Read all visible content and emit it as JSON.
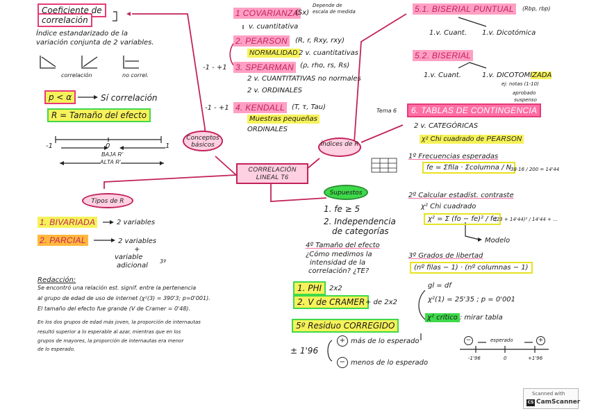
{
  "left": {
    "title_line1": "Coeficiente de",
    "title_line2": "correlación",
    "definition_line1": "Índice estandarizado de la",
    "definition_line2": "variación conjunta de 2 variables.",
    "graph_label_correlacion": "correlación",
    "graph_label_no_correl": "no correl.",
    "p_alpha": "p < α",
    "si_correlacion": "Sí correlación",
    "r_tamano": "R = Tamaño del efecto",
    "scale_left": "-1",
    "scale_zero": "0",
    "scale_right": "1",
    "bajar": "BAJA R'",
    "alta": "ALTA R'"
  },
  "nodes": {
    "conceptos": "Conceptos básicos",
    "indices": "Índices de R",
    "correlacion_lineal": "CORRELACIÓN LINEAL T6",
    "tipos": "Tipos de R",
    "supuestos": "Supuestos"
  },
  "tipos": {
    "bivariada": "1. BIVARIADA",
    "bivariada_desc": "2 variables",
    "parcial": "2. PARCIAL",
    "parcial_desc_1": "2 variables",
    "parcial_plus": "+",
    "parcial_desc_2": "variable",
    "parcial_desc_3": "adicional",
    "parcial_sup": "3ª"
  },
  "redaccion": {
    "title": "Redacción:",
    "lines": [
      "Se encontró una relación est. signif. entre la pertenencia",
      "al grupo de edad de uso de internet (χ²(3) = 390'3; p=0'001).",
      "El tamaño del efecto fue grande (V de Cramer = 0'48).",
      "En los dos grupos de edad más joven, la proporción de internautas",
      "resultó superior a lo esperable al azar, mientras que en los",
      "grupos de mayores, la proporción de internautas era menor",
      "de lo esperado."
    ]
  },
  "indices": {
    "covarianza": "1 COVARIANZA",
    "covarianza_sym": "(Sx)",
    "covarianza_note_1": "Depende de",
    "covarianza_note_2": "escala de medida",
    "covarianza_desc": "v. cuantitativa",
    "pearson": "2. PEARSON",
    "pearson_sym": "(R, r, Rxy, rxy)",
    "normalidad": "NORMALIDAD",
    "pearson_desc": "2 v. cuantitativas",
    "range1": "-1 - +1",
    "spearman": "3. SPEARMAN",
    "spearman_sym": "(ρ, rho, rs, Rs)",
    "spearman_desc_1": "2 v. CUANTITATIVAS no normales",
    "spearman_desc_2": "2 v. ORDINALES",
    "range2": "-1 - +1",
    "kendall": "4. KENDALL",
    "kendall_sym": "(T, τ, Tau)",
    "kendall_desc_1": "Muestras pequeñas",
    "kendall_desc_2": "ORDINALES"
  },
  "supuestos": {
    "item1": "1. fe ≥ 5",
    "item2_1": "2. Independencia",
    "item2_2": "de categorías",
    "tamano_title": "4º Tamaño del efecto",
    "tamano_q_1": "¿Cómo medimos la",
    "tamano_q_2": "intensidad de la",
    "tamano_q_3": "correlación? ¿TE?",
    "phi": "1. PHI",
    "phi_desc": "2x2",
    "cramer": "2. V de CRAMER",
    "cramer_desc": "+ de 2x2",
    "residuo": "5º Residuo CORREGIDO",
    "pm": "± 1'96",
    "mas": "más de lo esperado",
    "menos": "menos de lo esperado",
    "plus_sign": "+",
    "minus_sign": "−"
  },
  "right": {
    "biserial_puntual": "5.1. BISERIAL PUNTUAL",
    "biserial_puntual_sym": "(Rbp, rbp)",
    "bp_cuant": "1.v. Cuant.",
    "bp_dicot": "1.v. Dicotómica",
    "biserial": "5.2. BISERIAL",
    "b_cuant": "1.v. Cuant.",
    "b_dicot": "1.v. DICOTOMIZADA",
    "b_ej_1": "ej: notas (1-10)",
    "b_ej_2": "aprobado",
    "b_ej_3": "suspenso",
    "tema": "Tema 6",
    "contingencia": "6. TABLAS DE CONTINGENCIA",
    "categoricas": "2 v. CATEGÓRICAS",
    "chi_title": "χ² Chi cuadrado de PEARSON",
    "paso1": "1º Frecuencias esperadas",
    "fe_formula": "fe = Σfila · Σcolumna / N",
    "fe_example": "38·16 / 200 = 14'44",
    "paso2": "2º Calcular estadíst. contraste",
    "chi_cuadrado": "χ² Chi cuadrado",
    "chi_formula": "χ² = Σ (fo − fe)² / fe",
    "chi_example": "(23 + 14'44)² / 14'44 + ...",
    "modelo": "Modelo",
    "paso3": "3º Grados de libertad",
    "gl_formula": "(nº filas − 1) · (nº columnas − 1)",
    "gl_df": "gl = df",
    "chi_result": "χ²(1) = 25'35 ; p = 0'001",
    "chi_critico": "χ² crítico",
    "mirar_tabla": ": mirar tabla",
    "scale_label": "esperado",
    "scale_neg": "-1'96",
    "scale_zero": "0",
    "scale_pos": "+1'96",
    "scale_minus_sign": "−",
    "scale_plus_sign": "+"
  },
  "scanner": {
    "line1": "Scanned with",
    "line2": "CamScanner",
    "logo": "CS"
  },
  "colors": {
    "pink": "#ff6fa6",
    "yellow": "#f6f25a",
    "orange": "#ffb83d",
    "green": "#3ed94a",
    "pen_red": "#c22259"
  }
}
